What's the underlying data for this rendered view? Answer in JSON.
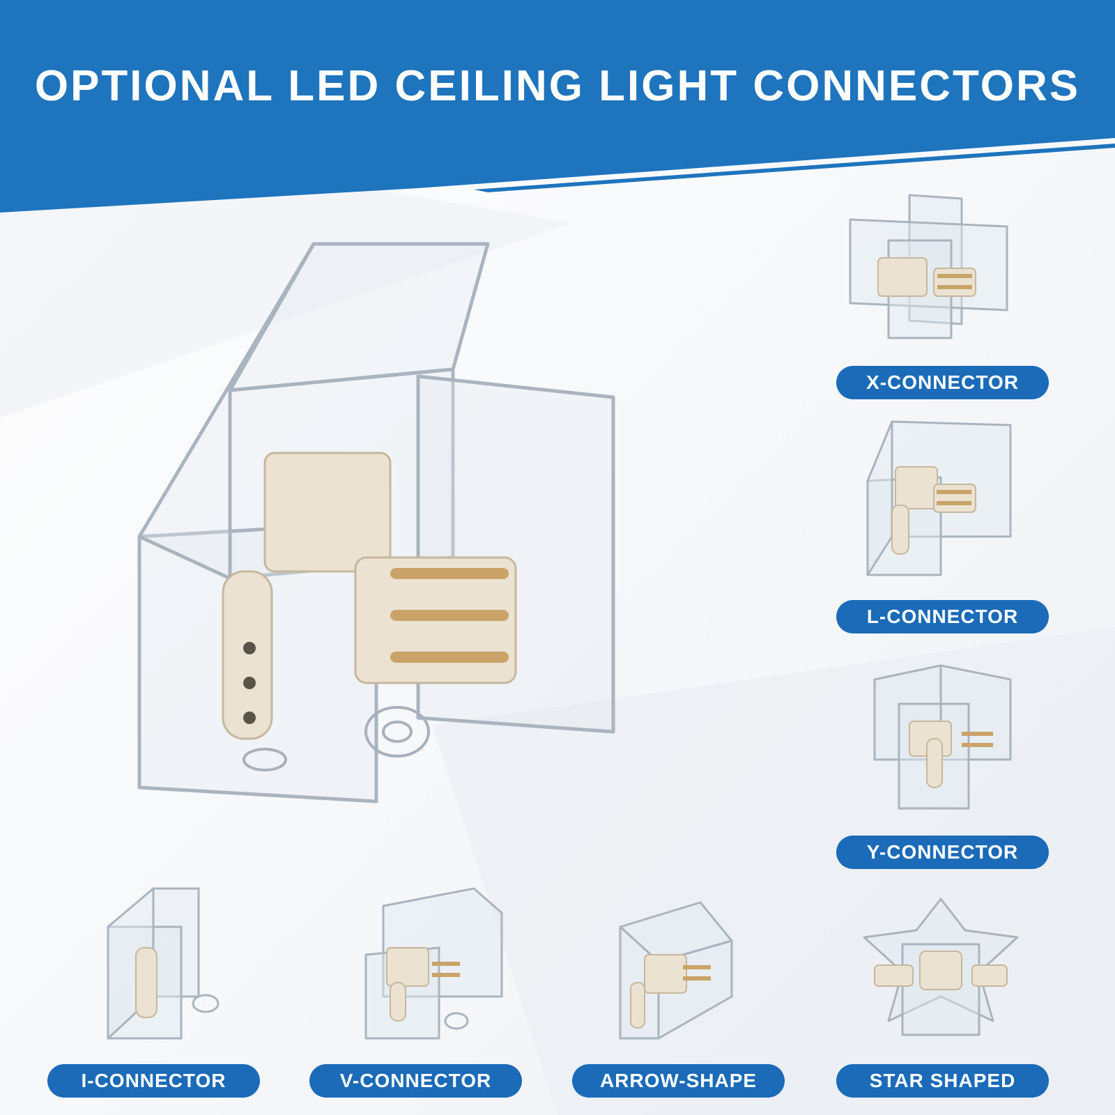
{
  "banner": {
    "title": "OPTIONAL LED CEILING LIGHT CONNECTORS"
  },
  "colors": {
    "brand_blue": "#1e74bd",
    "label_blue": "#1b6bb8"
  },
  "connectors": [
    {
      "id": "x",
      "label": "X-CONNECTOR",
      "icon": "x-connector-image"
    },
    {
      "id": "l",
      "label": "L-CONNECTOR",
      "icon": "l-connector-image"
    },
    {
      "id": "y",
      "label": "Y-CONNECTOR",
      "icon": "y-connector-image"
    },
    {
      "id": "i",
      "label": "I-CONNECTOR",
      "icon": "i-connector-image"
    },
    {
      "id": "v",
      "label": "V-CONNECTOR",
      "icon": "v-connector-image"
    },
    {
      "id": "arrow",
      "label": "ARROW-SHAPE",
      "icon": "arrow-shape-image"
    },
    {
      "id": "star",
      "label": "STAR SHAPED",
      "icon": "star-shaped-image"
    }
  ]
}
